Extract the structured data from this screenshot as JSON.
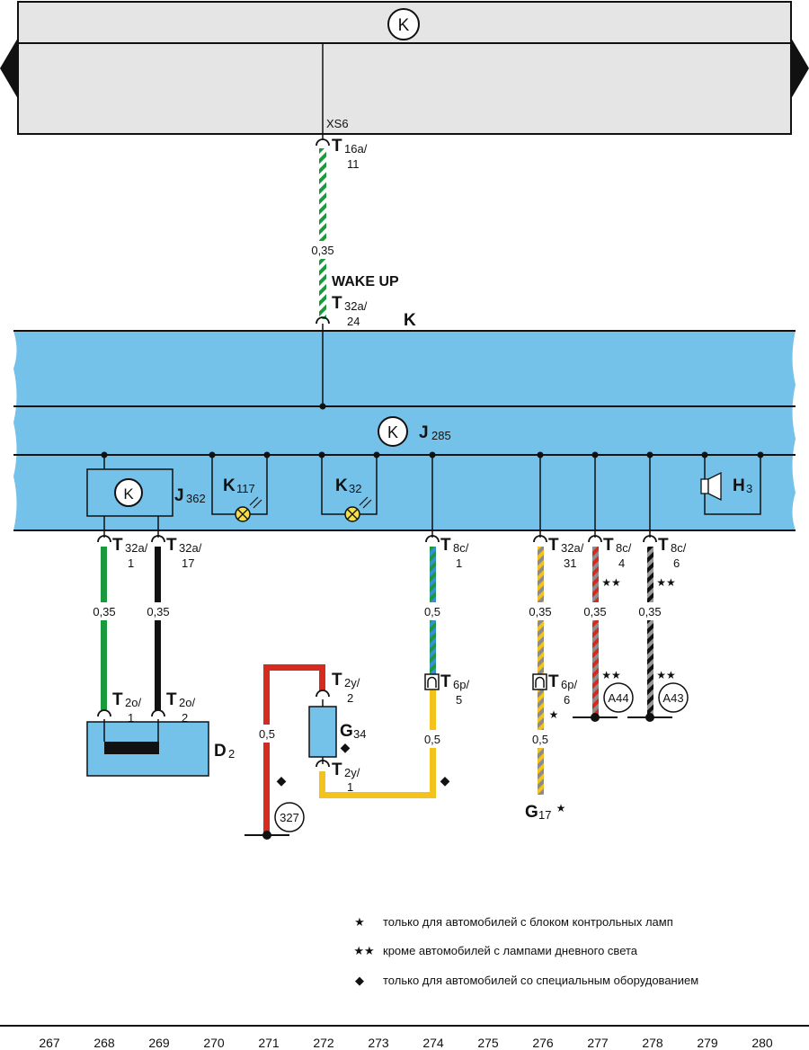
{
  "top_bus": {
    "connector": "XS6",
    "symbol": "K"
  },
  "wake_up_label": "WAKE UP",
  "wires": {
    "top_wire": {
      "gauge_top": "0,35"
    },
    "d2_left": "0,35",
    "d2_right": "0,35",
    "g34_left": "0,5",
    "w274_upper": "0,5",
    "w274_lower": "0,5",
    "w276_upper": "0,35",
    "w276_lower": "0,5",
    "w277": "0,35",
    "w278": "0,35"
  },
  "connectors": {
    "t16a": {
      "main": "T",
      "sub": "16a/",
      "pin": "11"
    },
    "t32a_24": {
      "main": "T",
      "sub": "32a/",
      "pin": "24"
    },
    "t32a_1": {
      "main": "T",
      "sub": "32a/",
      "pin": "1"
    },
    "t32a_17": {
      "main": "T",
      "sub": "32a/",
      "pin": "17"
    },
    "t8c_1": {
      "main": "T",
      "sub": "8c/",
      "pin": "1"
    },
    "t32a_31": {
      "main": "T",
      "sub": "32a/",
      "pin": "31"
    },
    "t8c_4": {
      "main": "T",
      "sub": "8c/",
      "pin": "4"
    },
    "t8c_6": {
      "main": "T",
      "sub": "8c/",
      "pin": "6"
    },
    "t2o_1": {
      "main": "T",
      "sub": "2o/",
      "pin": "1"
    },
    "t2o_2": {
      "main": "T",
      "sub": "2o/",
      "pin": "2"
    },
    "t2y_2": {
      "main": "T",
      "sub": "2y/",
      "pin": "2"
    },
    "t2y_1": {
      "main": "T",
      "sub": "2y/",
      "pin": "1"
    },
    "t6p_5": {
      "main": "T",
      "sub": "6p/",
      "pin": "5"
    },
    "t6p_6": {
      "main": "T",
      "sub": "6p/",
      "pin": "6"
    }
  },
  "components": {
    "k_panel": "K",
    "j285": {
      "main": "J",
      "sub": "285"
    },
    "j362": {
      "main": "J",
      "sub": "362"
    },
    "k117": {
      "main": "K",
      "sub": "117"
    },
    "k32": {
      "main": "K",
      "sub": "32"
    },
    "h3": {
      "main": "H",
      "sub": "3"
    },
    "d2": {
      "main": "D",
      "sub": "2"
    },
    "g34": {
      "main": "G",
      "sub": "34"
    },
    "g17": {
      "main": "G",
      "sub": "17"
    }
  },
  "grounds": {
    "g327": "327",
    "a44": "A44",
    "a43": "A43"
  },
  "marks": {
    "star": "★",
    "double_star": "★★",
    "diamond": "◆"
  },
  "legend": [
    {
      "mark": "★",
      "text": "только для автомобилей с блоком контрольных ламп"
    },
    {
      "mark": "★★",
      "text": "кроме автомобилей с лампами дневного света"
    },
    {
      "mark": "◆",
      "text": "только для автомобилей со специальным оборудованием"
    }
  ],
  "column_numbers": [
    "267",
    "268",
    "269",
    "270",
    "271",
    "272",
    "273",
    "274",
    "275",
    "276",
    "277",
    "278",
    "279",
    "280"
  ],
  "colors": {
    "top_panel": "#e5e5e5",
    "blue_panel": "#74c2ea",
    "wire_green": "#1a9a3c",
    "wire_black": "#111111",
    "wire_red": "#d42a20",
    "wire_yellow": "#f4c21c",
    "wire_blue": "#3a8ed6",
    "wire_grey": "#8c8c8c",
    "lamp_yellow": "#f6e04a"
  }
}
